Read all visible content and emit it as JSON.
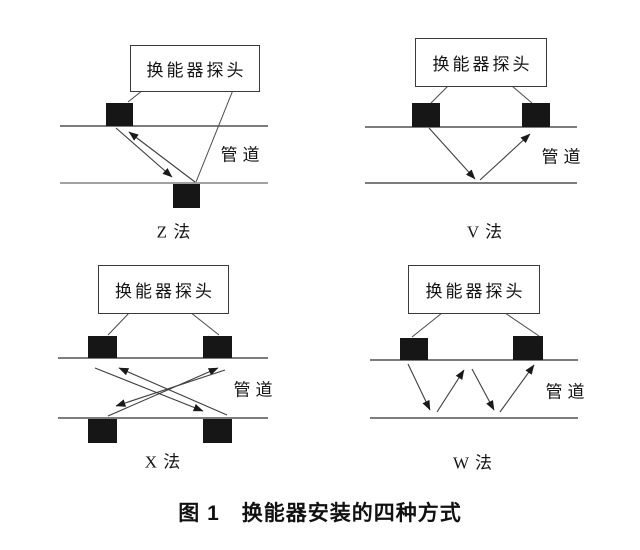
{
  "figure": {
    "caption": "图 1　换能器安装的四种方式"
  },
  "panels": {
    "z": {
      "probe": "换能器探头",
      "pipe": "管道",
      "method": "Z 法"
    },
    "v": {
      "probe": "换能器探头",
      "pipe": "管道",
      "method": "V 法"
    },
    "x": {
      "probe": "换能器探头",
      "pipe": "管道",
      "method": "X 法"
    },
    "w": {
      "probe": "换能器探头",
      "pipe": "管道",
      "method": "W 法"
    }
  },
  "colors": {
    "ink": "#1a1a1a",
    "line": "#3f3f3f",
    "transducer_block": "#161616",
    "background": "#ffffff"
  }
}
